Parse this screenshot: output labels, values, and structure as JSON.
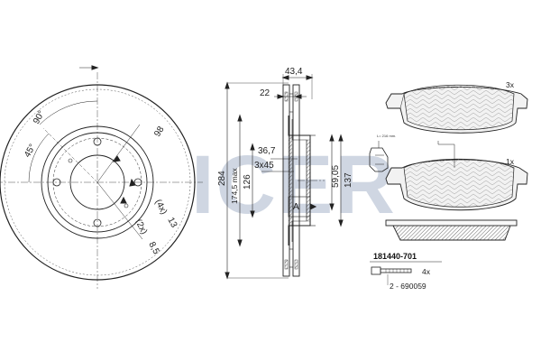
{
  "watermark": {
    "text": "ICER",
    "color": "#cfd6e2"
  },
  "disc_front": {
    "angles": [
      "45°",
      "90°"
    ],
    "bolt_circle": "98",
    "holes_a": "(4x)",
    "holes_a_size": "13",
    "holes_b": "(2x)",
    "holes_b_size": "8,5"
  },
  "disc_profile": {
    "total_width": "43,4",
    "flange": "22",
    "outer_dia": "284",
    "min_thickness": "174,5 max",
    "hub_dia": "126",
    "depth": "36,7",
    "chamfer": "3x45",
    "hub_height": "59,05",
    "center_dia": "137",
    "section_label": "A"
  },
  "pads": {
    "qty_top": "3x",
    "qty_middle": "1x",
    "sensor_length": "L= 216 mm."
  },
  "kit": {
    "part_number": "181440-701",
    "bolt_qty": "4x",
    "bolt_ref": "2 - 690059"
  },
  "colors": {
    "line": "#222222",
    "hatch": "#555555"
  }
}
